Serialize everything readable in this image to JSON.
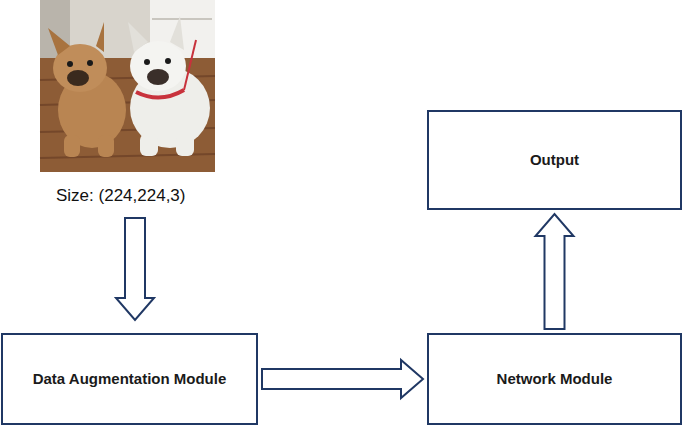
{
  "diagram": {
    "nodes": [
      {
        "text": [
          "Data Augmentation Module"
        ]
      },
      {
        "text": [
          "Network Module"
        ]
      },
      {
        "text": [
          "Output"
        ]
      }
    ],
    "edges": [
      {
        "from": 0,
        "to": 1,
        "arrow": "to"
      },
      {
        "from": 1,
        "to": 2,
        "arrow": "to"
      }
    ],
    "labels": [
      "Size: (224,224,3)"
    ]
  }
}
